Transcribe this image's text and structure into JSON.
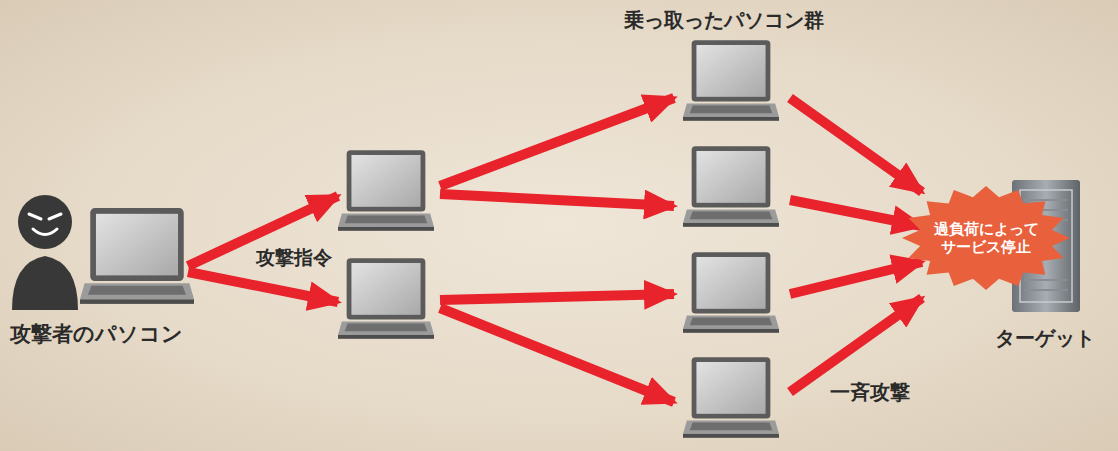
{
  "diagram": {
    "nodes": [
      {
        "text": [
          "攻撃者のパソコン"
        ]
      },
      {
        "text": [
          "ターゲット"
        ]
      },
      {
        "text": [
          "過負荷によってサービス停止"
        ]
      }
    ],
    "labels": [
      "乗っ取ったパソコン群",
      "攻撃指令",
      "一斉攻撃"
    ]
  }
}
